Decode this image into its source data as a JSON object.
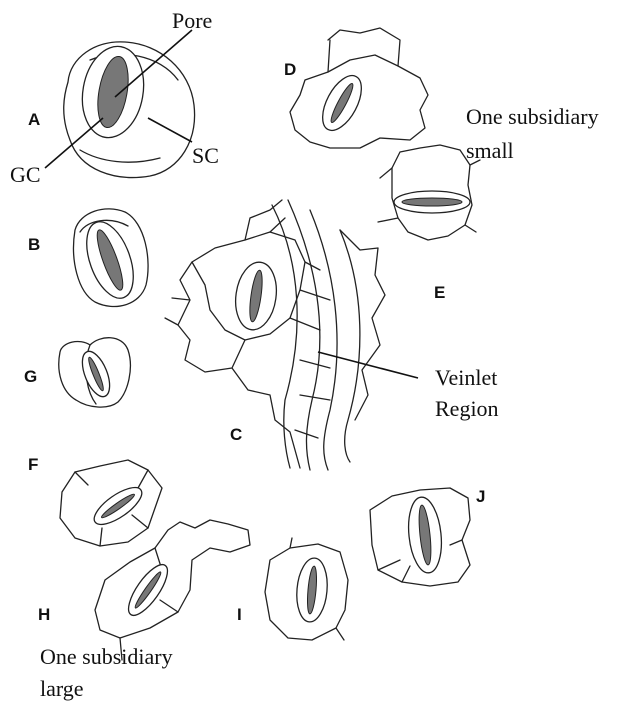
{
  "labels": {
    "pore": "Pore",
    "gc": "GC",
    "sc": "SC",
    "one_subsidiary_small_line1": "One subsidiary",
    "one_subsidiary_small_line2": "small",
    "veinlet_line1": "Veinlet",
    "veinlet_line2": "Region",
    "one_subsidiary_large_line1": "One subsidiary",
    "one_subsidiary_large_line2": "large"
  },
  "panels": {
    "a": "A",
    "b": "B",
    "c": "C",
    "d": "D",
    "e": "E",
    "f": "F",
    "g": "G",
    "h": "H",
    "i": "I",
    "j": "J"
  },
  "colors": {
    "ink": "#222222",
    "pore_fill": "#777777",
    "background": "#ffffff"
  }
}
